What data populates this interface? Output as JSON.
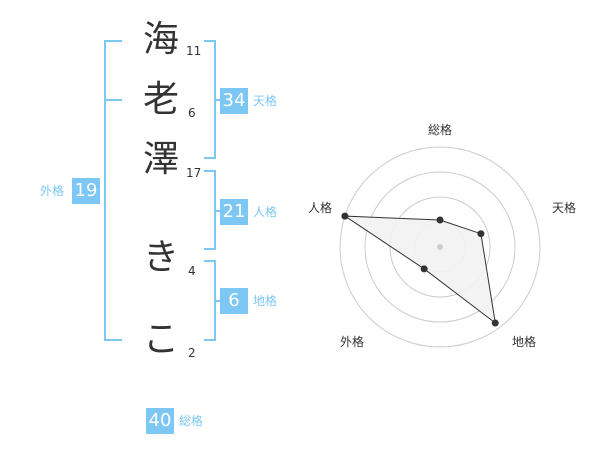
{
  "name_chars": [
    {
      "char": "海",
      "strokes": "11"
    },
    {
      "char": "老",
      "strokes": "6"
    },
    {
      "char": "澤",
      "strokes": "17"
    },
    {
      "char": "き",
      "strokes": "4"
    },
    {
      "char": "こ",
      "strokes": "2"
    }
  ],
  "fortunes": {
    "tenkaku": {
      "value": "34",
      "label": "天格"
    },
    "jinkaku": {
      "value": "21",
      "label": "人格"
    },
    "chikaku": {
      "value": "6",
      "label": "地格"
    },
    "gaikaku": {
      "value": "19",
      "label": "外格"
    },
    "soukaku": {
      "value": "40",
      "label": "総格"
    }
  },
  "radar": {
    "axes": [
      "総格",
      "天格",
      "地格",
      "外格",
      "人格"
    ],
    "ring_count": 4,
    "values": [
      0.27,
      0.43,
      0.94,
      0.27,
      1.0
    ],
    "line_color": "#333333",
    "fill_color": "#f2f2f2",
    "ring_color": "#cccccc",
    "accent_color": "#7cc7f4"
  }
}
